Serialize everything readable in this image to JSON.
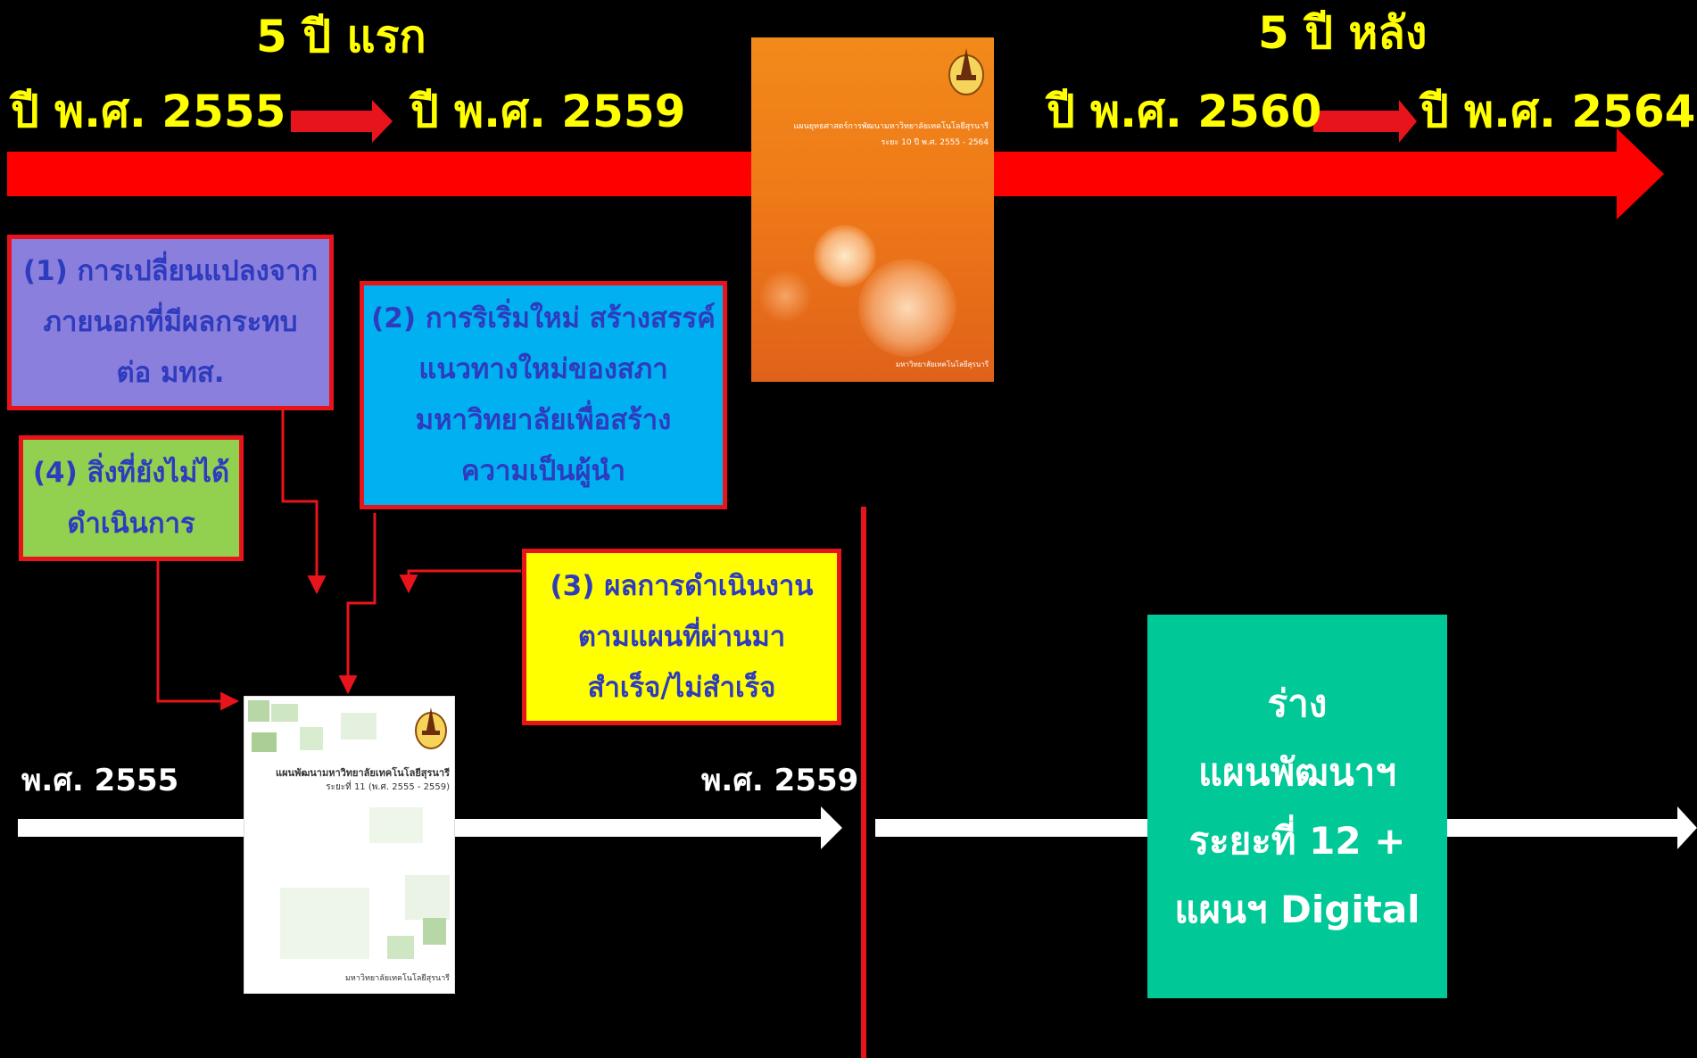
{
  "header": {
    "first_period_title": "5 ปี แรก",
    "later_period_title": "5 ปี หลัง",
    "year_2555": "ปี พ.ศ. 2555",
    "year_2559": "ปี พ.ศ. 2559",
    "year_2560": "ปี พ.ศ. 2560",
    "year_2564": "ปี พ.ศ. 2564"
  },
  "top_cover": {
    "title": "แผนยุทธศาสตร์การพัฒนามหาวิทยาลัยเทคโนโลยีสุรนารี",
    "subtitle": "ระยะ 10 ปี พ.ศ. 2555 - 2564",
    "publisher": "มหาวิทยาลัยเทคโนโลยีสุรนารี"
  },
  "boxes": {
    "box1": {
      "lines": [
        "(1) การเปลี่ยนแปลงจาก",
        "ภายนอกที่มีผลกระทบ",
        "ต่อ มทส."
      ],
      "color": "#8a7fdc"
    },
    "box2": {
      "lines": [
        "(2) การริเริ่มใหม่ สร้างสรรค์",
        "แนวทางใหม่ของสภา",
        "มหาวิทยาลัยเพื่อสร้าง",
        "ความเป็นผู้นำ"
      ],
      "color": "#00b0f0"
    },
    "box3": {
      "lines": [
        "(3) ผลการดำเนินงาน",
        "ตามแผนที่ผ่านมา",
        "สำเร็จ/ไม่สำเร็จ"
      ],
      "color": "#ffff00"
    },
    "box4": {
      "lines": [
        "(4) สิ่งที่ยังไม่ได้",
        "ดำเนินการ"
      ],
      "color": "#92d050"
    }
  },
  "bottom_timeline": {
    "start_label": "พ.ศ. 2555",
    "end_label": "พ.ศ. 2559"
  },
  "bottom_cover": {
    "title": "แผนพัฒนามหาวิทยาลัยเทคโนโลยีสุรนารี",
    "subtitle": "ระยะที่ 11 (พ.ศ. 2555 - 2559)",
    "publisher": "มหาวิทยาลัยเทคโนโลยีสุรนารี"
  },
  "draft_plan": {
    "lines": [
      "ร่าง",
      "แผนพัฒนาฯ",
      "ระยะที่ 12 +",
      "แผนฯ Digital"
    ]
  },
  "colors": {
    "background": "#000000",
    "header_text": "#ffff00",
    "timeline_red": "#ff0000",
    "timeline_white": "#ffffff",
    "box_text": "#2e3bbf",
    "draft_box": "#00c896"
  }
}
